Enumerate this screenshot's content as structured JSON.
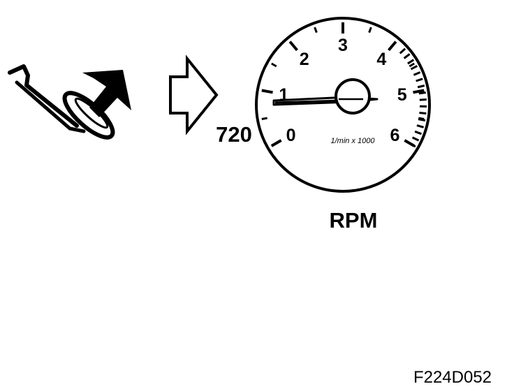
{
  "gauge": {
    "dial_numbers": [
      "0",
      "1",
      "2",
      "3",
      "4",
      "5",
      "6"
    ],
    "unit_label": "1/min x 1000",
    "caption": "RPM",
    "needle_value": 1
  },
  "idle_reading": "720",
  "figure_code": "F224D052",
  "colors": {
    "ink": "#000000",
    "paper": "#ffffff"
  }
}
